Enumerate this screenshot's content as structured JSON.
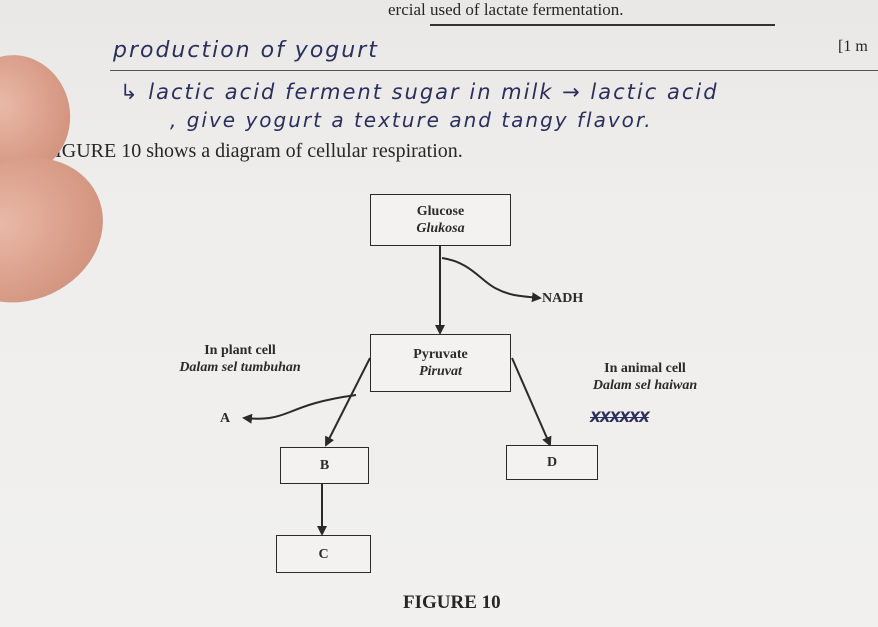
{
  "header_fragment": "ercial used of lactate fermentation.",
  "mark_indicator": "[1 m",
  "handwritten": {
    "line1": "production of yogurt",
    "line2": "↳ lactic acid ferment sugar in milk → lactic acid",
    "line3": ", give yogurt a texture and tangy flavor."
  },
  "question_text": "FIGURE 10 shows a diagram of cellular respiration.",
  "diagram": {
    "glucose_en": "Glucose",
    "glucose_ms": "Glukosa",
    "nadh": "NADH",
    "pyruvate_en": "Pyruvate",
    "pyruvate_ms": "Piruvat",
    "plant_en": "In plant cell",
    "plant_ms": "Dalam sel tumbuhan",
    "animal_en": "In animal cell",
    "animal_ms": "Dalam sel haiwan",
    "scribble": "XXXXXX",
    "label_a": "A",
    "label_b": "B",
    "label_c": "C",
    "label_d": "D"
  },
  "figure_caption": "FIGURE 10"
}
